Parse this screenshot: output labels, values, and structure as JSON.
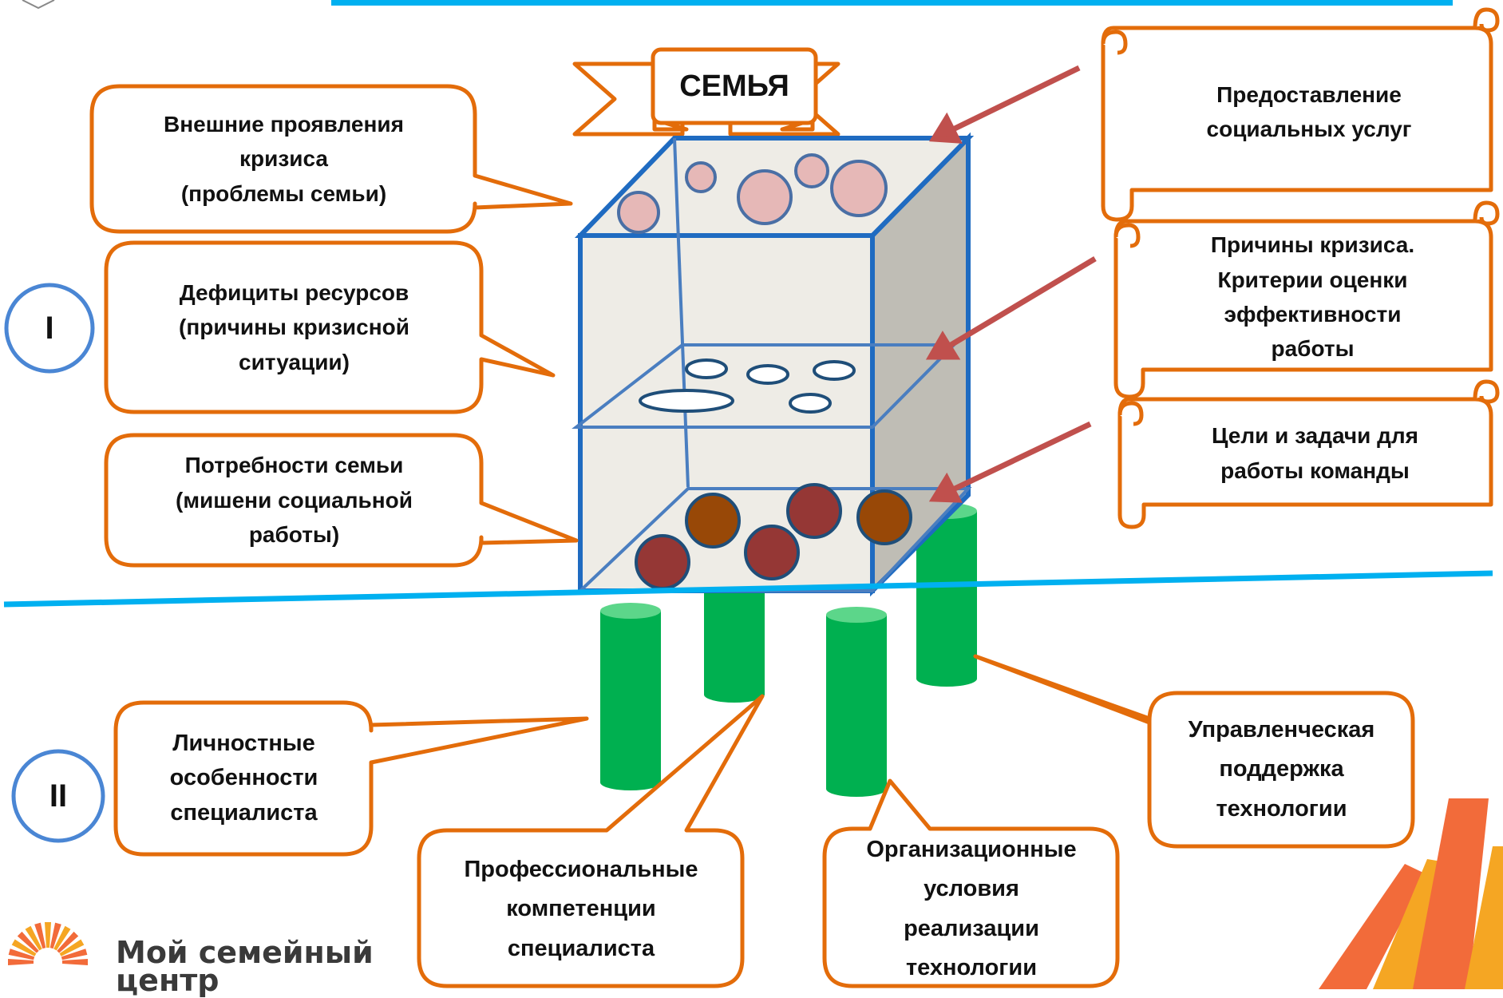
{
  "title": "СЕМЬЯ",
  "levels": {
    "level_1": "I",
    "level_2": "II"
  },
  "left_callouts": {
    "problems": "Внешние проявления\nкризиса\n(проблемы семьи)",
    "resources": "Дефициты ресурсов\n(причины кризисной\nситуации)",
    "needs": "Потребности семьи\n(мишени социальной\nработы)"
  },
  "right_scrolls": {
    "services": "Предоставление\nсоциальных услуг",
    "causes": "Причины кризиса.\nКритерии оценки\nэффективности\nработы",
    "goals": "Цели и задачи для\nработы команды"
  },
  "bottom_callouts": {
    "personal": "Личностные\nособенности\nспециалиста",
    "competencies": "Профессиональные\nкомпетенции\nспециалиста",
    "conditions": "Организационные\nусловия\nреализации\nтехнологии",
    "management": "Управленческая\nподдержка\nтехнологии"
  },
  "logo": {
    "line1": "Мой семейный",
    "line2": "центр"
  },
  "colors": {
    "orange": "#E36C0A",
    "blue": "#1F5FAD",
    "cyan": "#00B0F0",
    "green": "#00B050",
    "red_arrow": "#C0504D"
  }
}
